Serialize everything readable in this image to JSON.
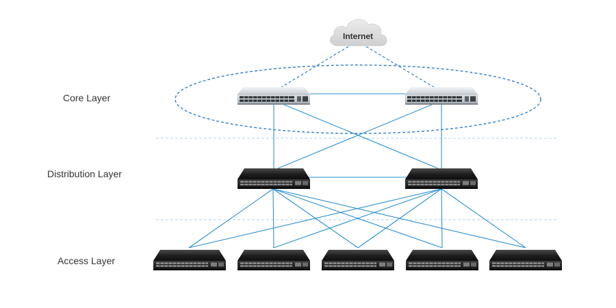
{
  "title": "",
  "cloud": {
    "label": "Internet"
  },
  "layers": [
    {
      "id": "core",
      "label": "Core Layer"
    },
    {
      "id": "distribution",
      "label": "Distribution Layer"
    },
    {
      "id": "access",
      "label": "Access Layer"
    }
  ],
  "devices": {
    "core": [
      {
        "id": "core-switch-1",
        "icon": "silver-rack-switch-icon"
      },
      {
        "id": "core-switch-2",
        "icon": "silver-rack-switch-icon"
      }
    ],
    "distribution": [
      {
        "id": "dist-switch-1",
        "icon": "black-switch-icon"
      },
      {
        "id": "dist-switch-2",
        "icon": "black-switch-icon"
      }
    ],
    "access": [
      {
        "id": "access-switch-1",
        "icon": "black-switch-icon"
      },
      {
        "id": "access-switch-2",
        "icon": "black-switch-icon"
      },
      {
        "id": "access-switch-3",
        "icon": "black-switch-icon"
      },
      {
        "id": "access-switch-4",
        "icon": "black-switch-icon"
      },
      {
        "id": "access-switch-5",
        "icon": "black-switch-icon"
      }
    ]
  },
  "links": {
    "cloud_to_core": [
      [
        "internet",
        "core-switch-1"
      ],
      [
        "internet",
        "core-switch-2"
      ]
    ],
    "core_mesh": [
      [
        "core-switch-1",
        "core-switch-2"
      ]
    ],
    "core_to_distribution": [
      [
        "core-switch-1",
        "dist-switch-1"
      ],
      [
        "core-switch-1",
        "dist-switch-2"
      ],
      [
        "core-switch-2",
        "dist-switch-1"
      ],
      [
        "core-switch-2",
        "dist-switch-2"
      ]
    ],
    "distribution_mesh": [
      [
        "dist-switch-1",
        "dist-switch-2"
      ]
    ],
    "distribution_to_access": [
      [
        "dist-switch-1",
        "access-switch-1"
      ],
      [
        "dist-switch-1",
        "access-switch-2"
      ],
      [
        "dist-switch-1",
        "access-switch-3"
      ],
      [
        "dist-switch-1",
        "access-switch-4"
      ],
      [
        "dist-switch-1",
        "access-switch-5"
      ],
      [
        "dist-switch-2",
        "access-switch-1"
      ],
      [
        "dist-switch-2",
        "access-switch-2"
      ],
      [
        "dist-switch-2",
        "access-switch-3"
      ],
      [
        "dist-switch-2",
        "access-switch-4"
      ],
      [
        "dist-switch-2",
        "access-switch-5"
      ]
    ]
  },
  "colors": {
    "link": "#2a8fd0",
    "dashed_link": "#3e86c8",
    "core_ellipse": "#2f7fc6",
    "separator": "#a9d3ee",
    "text": "#333333",
    "cloud_fill": "#d9d9d9",
    "black_switch": "#1c1c1c",
    "silver_switch": "#d6dbe0"
  }
}
